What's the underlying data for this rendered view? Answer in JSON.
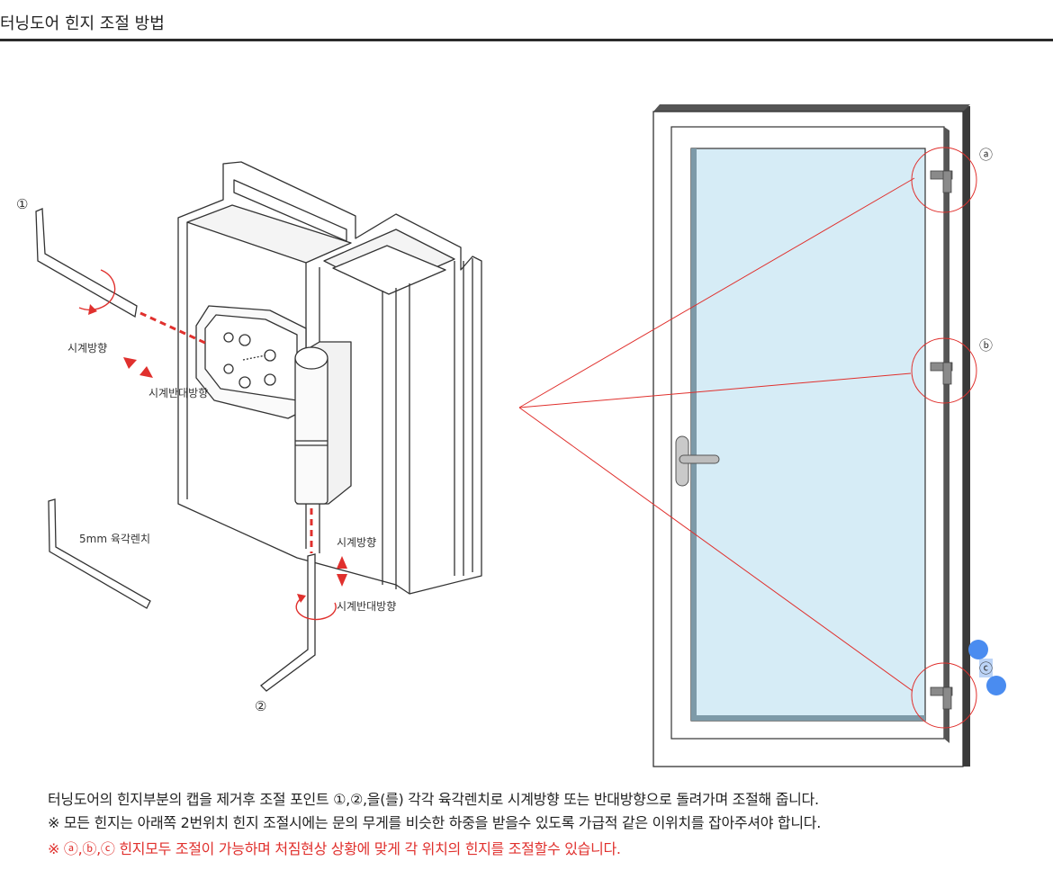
{
  "header": {
    "title": "터닝도어 힌지 조절 방법"
  },
  "labels": {
    "point1": "①",
    "point2": "②",
    "cw_top": "시계방향",
    "ccw_top": "시계반대방향",
    "cw_bottom": "시계방향",
    "ccw_bottom": "시계반대방향",
    "wrench": "5mm 육각렌치",
    "hinge_a": "ⓐ",
    "hinge_b": "ⓑ",
    "hinge_c": "ⓒ"
  },
  "notes": {
    "line1": "터닝도어의 힌지부분의 캡을 제거후 조절 포인트 ①,②,을(를) 각각 육각렌치로 시계방향 또는 반대방향으로 돌려가며 조절해 줍니다.",
    "line2": "※ 모든 힌지는 아래쪽 2번위치 힌지 조절시에는 문의 무게를 비슷한 하중을 받을수 있도록 가급적 같은 이위치를 잡아주셔야 합니다.",
    "line3": "※ ⓐ,ⓑ,ⓒ 힌지모두 조절이 가능하며 처짐현상 상황에 맞게 각 위치의 힌지를 조절할수 있습니다."
  },
  "colors": {
    "accent_red": "#e0302d",
    "glass": "#d6ecf6",
    "frame_dark": "#3a3a3a",
    "selection_blue": "#4a8cf0"
  }
}
